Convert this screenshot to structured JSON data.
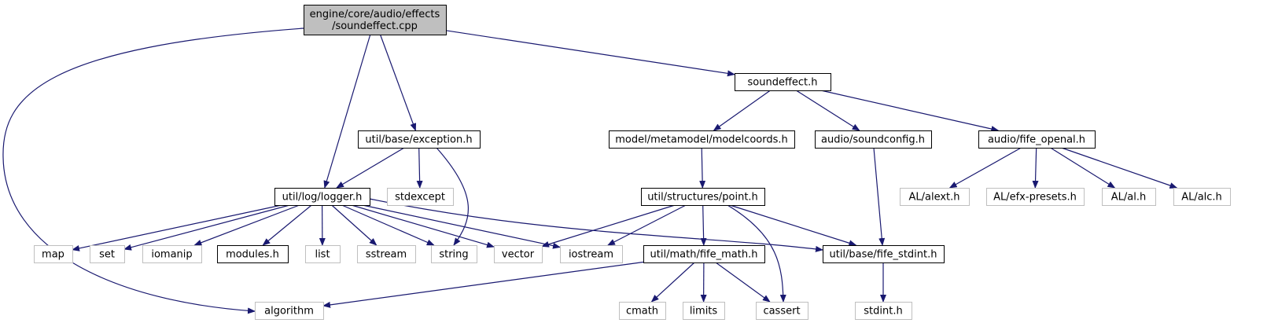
{
  "colors": {
    "edge": "#191970",
    "root_fill": "#bfbfbf",
    "internal_border": "#000000",
    "external_border": "#bfbfbf",
    "background": "#ffffff"
  },
  "nodes": [
    {
      "id": "root",
      "kind": "root",
      "lines": [
        "engine/core/audio/effects",
        "/soundeffect.cpp"
      ]
    },
    {
      "id": "soundeffect_h",
      "kind": "internal",
      "lines": [
        "soundeffect.h"
      ]
    },
    {
      "id": "exception_h",
      "kind": "internal",
      "lines": [
        "util/base/exception.h"
      ]
    },
    {
      "id": "modelcoords_h",
      "kind": "internal",
      "lines": [
        "model/metamodel/modelcoords.h"
      ]
    },
    {
      "id": "soundconfig_h",
      "kind": "internal",
      "lines": [
        "audio/soundconfig.h"
      ]
    },
    {
      "id": "fife_openal_h",
      "kind": "internal",
      "lines": [
        "audio/fife_openal.h"
      ]
    },
    {
      "id": "logger_h",
      "kind": "internal",
      "lines": [
        "util/log/logger.h"
      ]
    },
    {
      "id": "stdexcept",
      "kind": "external",
      "lines": [
        "stdexcept"
      ]
    },
    {
      "id": "point_h",
      "kind": "internal",
      "lines": [
        "util/structures/point.h"
      ]
    },
    {
      "id": "alext_h",
      "kind": "external",
      "lines": [
        "AL/alext.h"
      ]
    },
    {
      "id": "efx_presets_h",
      "kind": "external",
      "lines": [
        "AL/efx-presets.h"
      ]
    },
    {
      "id": "al_h",
      "kind": "external",
      "lines": [
        "AL/al.h"
      ]
    },
    {
      "id": "alc_h",
      "kind": "external",
      "lines": [
        "AL/alc.h"
      ]
    },
    {
      "id": "map",
      "kind": "external",
      "lines": [
        "map"
      ]
    },
    {
      "id": "set",
      "kind": "external",
      "lines": [
        "set"
      ]
    },
    {
      "id": "iomanip",
      "kind": "external",
      "lines": [
        "iomanip"
      ]
    },
    {
      "id": "modules_h",
      "kind": "internal",
      "lines": [
        "modules.h"
      ]
    },
    {
      "id": "list",
      "kind": "external",
      "lines": [
        "list"
      ]
    },
    {
      "id": "sstream",
      "kind": "external",
      "lines": [
        "sstream"
      ]
    },
    {
      "id": "string",
      "kind": "external",
      "lines": [
        "string"
      ]
    },
    {
      "id": "vector",
      "kind": "external",
      "lines": [
        "vector"
      ]
    },
    {
      "id": "iostream",
      "kind": "external",
      "lines": [
        "iostream"
      ]
    },
    {
      "id": "fife_math_h",
      "kind": "internal",
      "lines": [
        "util/math/fife_math.h"
      ]
    },
    {
      "id": "fife_stdint_h",
      "kind": "internal",
      "lines": [
        "util/base/fife_stdint.h"
      ]
    },
    {
      "id": "algorithm",
      "kind": "external",
      "lines": [
        "algorithm"
      ]
    },
    {
      "id": "cmath",
      "kind": "external",
      "lines": [
        "cmath"
      ]
    },
    {
      "id": "limits",
      "kind": "external",
      "lines": [
        "limits"
      ]
    },
    {
      "id": "cassert",
      "kind": "external",
      "lines": [
        "cassert"
      ]
    },
    {
      "id": "stdint_h",
      "kind": "external",
      "lines": [
        "stdint.h"
      ]
    }
  ],
  "edges": [
    {
      "from": "root",
      "to": "soundeffect_h"
    },
    {
      "from": "root",
      "to": "exception_h"
    },
    {
      "from": "root",
      "to": "logger_h"
    },
    {
      "from": "root",
      "to": "algorithm"
    },
    {
      "from": "soundeffect_h",
      "to": "modelcoords_h"
    },
    {
      "from": "soundeffect_h",
      "to": "soundconfig_h"
    },
    {
      "from": "soundeffect_h",
      "to": "fife_openal_h"
    },
    {
      "from": "exception_h",
      "to": "logger_h"
    },
    {
      "from": "exception_h",
      "to": "stdexcept"
    },
    {
      "from": "exception_h",
      "to": "string"
    },
    {
      "from": "modelcoords_h",
      "to": "point_h"
    },
    {
      "from": "soundconfig_h",
      "to": "fife_stdint_h"
    },
    {
      "from": "fife_openal_h",
      "to": "alext_h"
    },
    {
      "from": "fife_openal_h",
      "to": "efx_presets_h"
    },
    {
      "from": "fife_openal_h",
      "to": "al_h"
    },
    {
      "from": "fife_openal_h",
      "to": "alc_h"
    },
    {
      "from": "logger_h",
      "to": "map"
    },
    {
      "from": "logger_h",
      "to": "set"
    },
    {
      "from": "logger_h",
      "to": "iomanip"
    },
    {
      "from": "logger_h",
      "to": "modules_h"
    },
    {
      "from": "logger_h",
      "to": "list"
    },
    {
      "from": "logger_h",
      "to": "sstream"
    },
    {
      "from": "logger_h",
      "to": "string"
    },
    {
      "from": "logger_h",
      "to": "vector"
    },
    {
      "from": "logger_h",
      "to": "iostream"
    },
    {
      "from": "logger_h",
      "to": "fife_stdint_h"
    },
    {
      "from": "point_h",
      "to": "vector"
    },
    {
      "from": "point_h",
      "to": "iostream"
    },
    {
      "from": "point_h",
      "to": "fife_math_h"
    },
    {
      "from": "point_h",
      "to": "fife_stdint_h"
    },
    {
      "from": "point_h",
      "to": "cassert"
    },
    {
      "from": "fife_math_h",
      "to": "algorithm"
    },
    {
      "from": "fife_math_h",
      "to": "cmath"
    },
    {
      "from": "fife_math_h",
      "to": "limits"
    },
    {
      "from": "fife_math_h",
      "to": "cassert"
    },
    {
      "from": "fife_stdint_h",
      "to": "stdint_h"
    }
  ]
}
